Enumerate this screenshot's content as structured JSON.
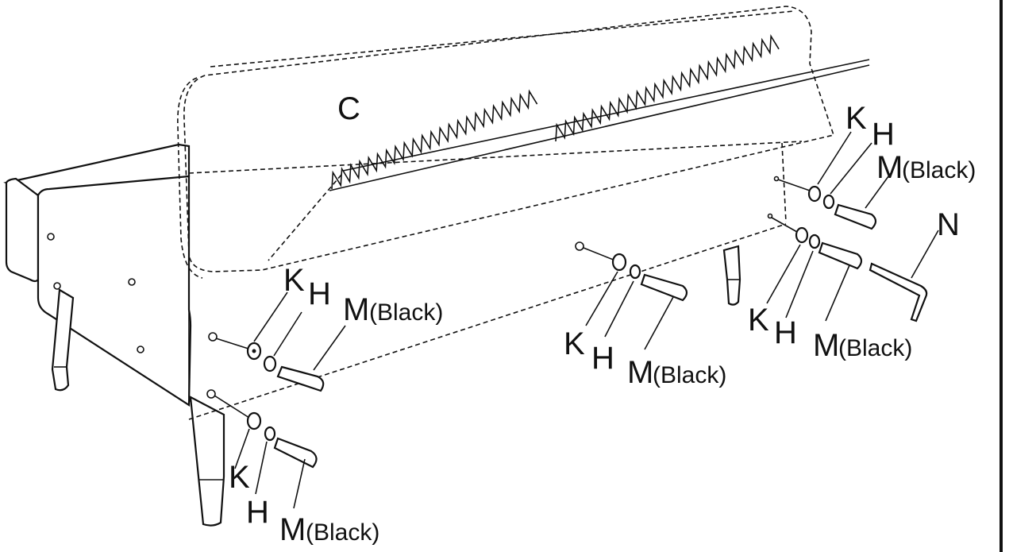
{
  "labels": {
    "panel": "C",
    "washer": "K",
    "lock_washer": "H",
    "bolt_prefix": "M",
    "bolt_suffix": "(Black)",
    "allen_key": "N"
  }
}
